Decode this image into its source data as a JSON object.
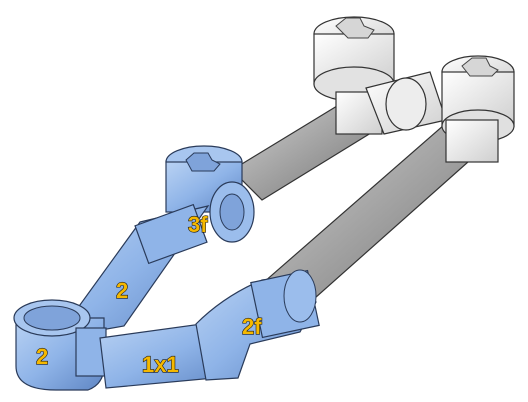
{
  "diagram": {
    "type": "pvc-pipe-assembly",
    "colors": {
      "highlight_fitting": "#8fb4e8",
      "highlight_dark": "#5f86c4",
      "plain_fitting": "#f2f2f2",
      "plain_pipe": "#a9a9a9",
      "label_fill": "#f5b800",
      "label_outline": "#1a1a1a"
    },
    "labels": {
      "tee_3f": "3f",
      "pipe_left_upper": "2",
      "pipe_left_lower": "2",
      "elbow_2f": "2f",
      "pipe_bottom": "1x1"
    }
  }
}
